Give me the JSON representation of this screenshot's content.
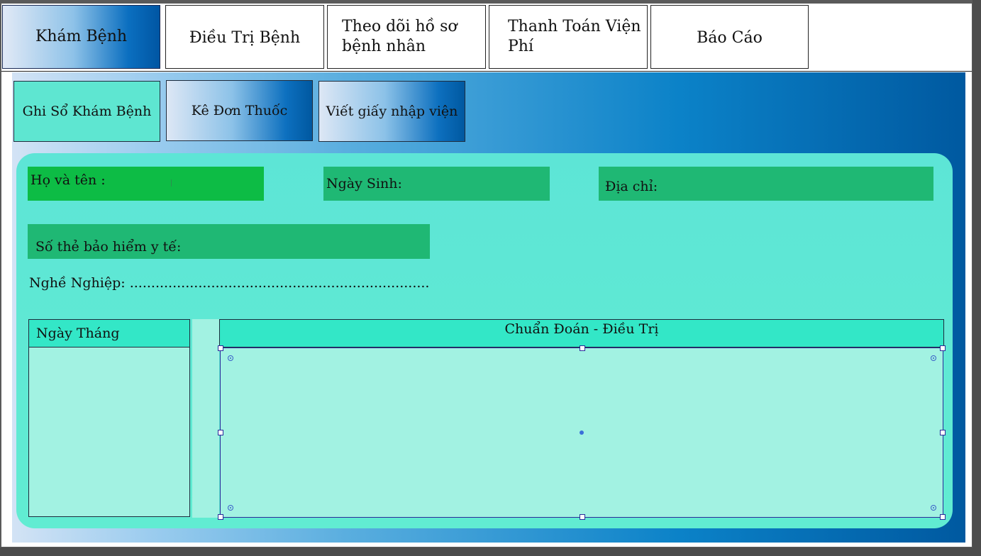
{
  "top_tabs": [
    {
      "label": "Khám Bệnh"
    },
    {
      "label": "Điều Trị Bệnh"
    },
    {
      "label": "Theo dõi hồ sơ bệnh nhân"
    },
    {
      "label": "Thanh Toán Viện Phí"
    },
    {
      "label": "Báo Cáo"
    }
  ],
  "sub_tabs": [
    {
      "label": "Ghi Sổ Khám Bệnh"
    },
    {
      "label": "Kê Đơn Thuốc"
    },
    {
      "label": "Viết giấy nhập viện"
    }
  ],
  "form": {
    "name_label": "Họ và tên :",
    "dob_label": "Ngày Sinh:",
    "address_label": "Địa chỉ:",
    "insurance_label": "Số thẻ bảo hiểm y tế:",
    "occupation_label": "Nghề Nghiệp: ......................................................................"
  },
  "records": {
    "date_header": "Ngày Tháng",
    "diagnosis_header": "Chuẩn Đoán - Điều Trị"
  }
}
